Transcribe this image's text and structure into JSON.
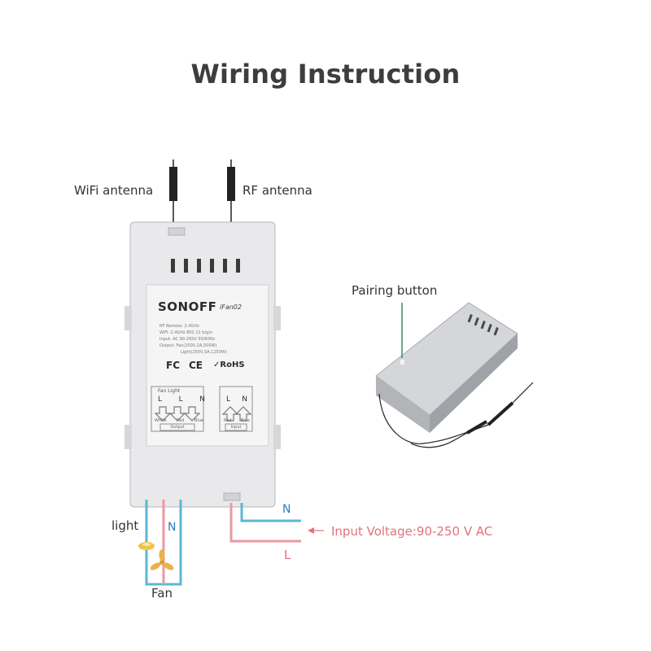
{
  "title": "Wiring Instruction",
  "labels": {
    "wifi_antenna": "WiFi antenna",
    "rf_antenna": "RF antenna",
    "pairing_button": "Pairing button",
    "light": "light",
    "fan": "Fan",
    "input_voltage": "Input Voltage:90-250 V AC",
    "neutral_left": "N",
    "neutral_right": "N",
    "live_right": "L"
  },
  "device": {
    "brand": "SONOFF",
    "model": "iFan02",
    "spec_lines": [
      "RF Remote: 2.4GHz",
      "WiFi: 2.4GHz  802.11 b/g/n",
      "Input: AC 90-265V  50/60Hz",
      "Output: Fan(250V,2A,500W)",
      "Light(250V,5A,1250W)"
    ],
    "certs": [
      "FC",
      "CE",
      "RoHS"
    ],
    "output_terminals": {
      "header": "Fan  Light",
      "letters": [
        "L",
        "L",
        "N"
      ],
      "wires": [
        "White",
        "Red",
        "Blue"
      ],
      "tag": "Output"
    },
    "input_terminals": {
      "letters": [
        "L",
        "N"
      ],
      "wires": [
        "Red",
        "Blue"
      ],
      "tag": "Input"
    }
  },
  "colors": {
    "title": "#3d3d3d",
    "neutral_wire": "#5bb8d4",
    "live_wire": "#e99aa0",
    "device_body": "#e9e9eb",
    "remote_body": "#c7c9cc",
    "pairing_pointer": "#3d8c5d",
    "input_voltage_text": "#e0737a"
  }
}
